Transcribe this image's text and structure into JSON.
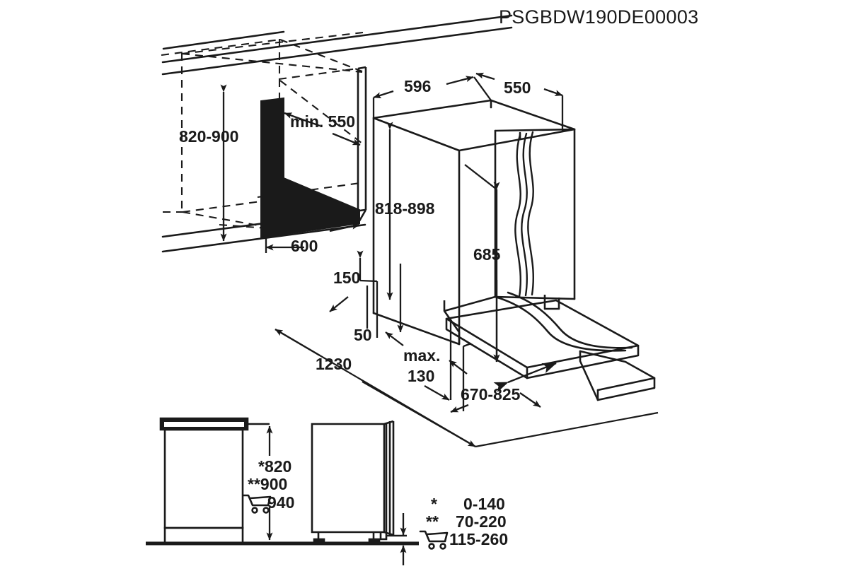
{
  "drawing": {
    "title": "PSGBDW190DE00003",
    "type": "technical-installation-diagram",
    "subject": "built-in dishwasher installation dimensions",
    "units": "mm"
  },
  "dimensions": {
    "cabinet_height": "820-900",
    "cabinet_depth_min": "min. 550",
    "cabinet_width": "600",
    "appliance_width": "596",
    "appliance_depth": "550",
    "appliance_height": "818-898",
    "door_height": "685",
    "plinth_recess": "150",
    "plinth_offset": "50",
    "door_opening_clearance": "1230",
    "plinth_max_depth_label": "max.",
    "plinth_max_depth_value": "130",
    "door_panel_height": "670-825"
  },
  "front_view": {
    "height_star": "*820",
    "height_double_star": "**900",
    "height_cart": "940"
  },
  "legend": {
    "rows": [
      {
        "marker": "*",
        "value": "0-140"
      },
      {
        "marker": "**",
        "value": "70-220"
      },
      {
        "marker": "cart-icon",
        "value": "115-260"
      }
    ]
  },
  "colors": {
    "line": "#1a1a1a",
    "fill_solid": "#1a1a1a",
    "background": "#ffffff"
  }
}
